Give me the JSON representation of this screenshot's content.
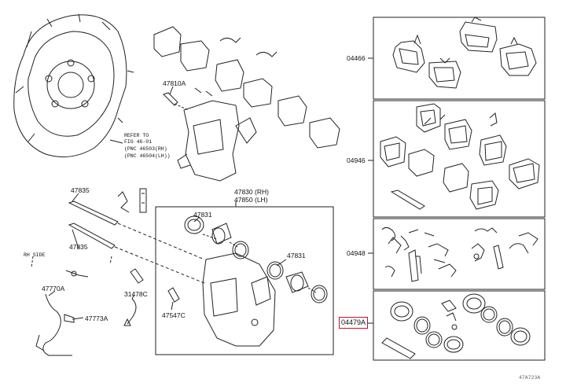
{
  "labels": {
    "p47810a": "47810A",
    "refer": "REFER TO",
    "fig": "FIG 46-01",
    "pnc_rh": "(PNC 46503(RH)",
    "pnc_lh": "(PNC 46504(LH))",
    "p47835_top": "47835",
    "p47835_bot": "47835",
    "p47830": "47830 (RH)",
    "p47850": "47850 (LH)",
    "p47831_a": "47831",
    "p47831_b": "47831",
    "rh_side": "RH SIDE",
    "p47770a": "47770A",
    "p47773a": "47773A",
    "p31478c": "31478C",
    "p47547c": "47547C",
    "p04466": "04466",
    "p04946": "04946",
    "p04948": "04948",
    "p04479a": "04479A",
    "figure_code": "47A723A"
  },
  "colors": {
    "line": "#222222",
    "highlight": "#c8102e",
    "background": "#ffffff"
  }
}
